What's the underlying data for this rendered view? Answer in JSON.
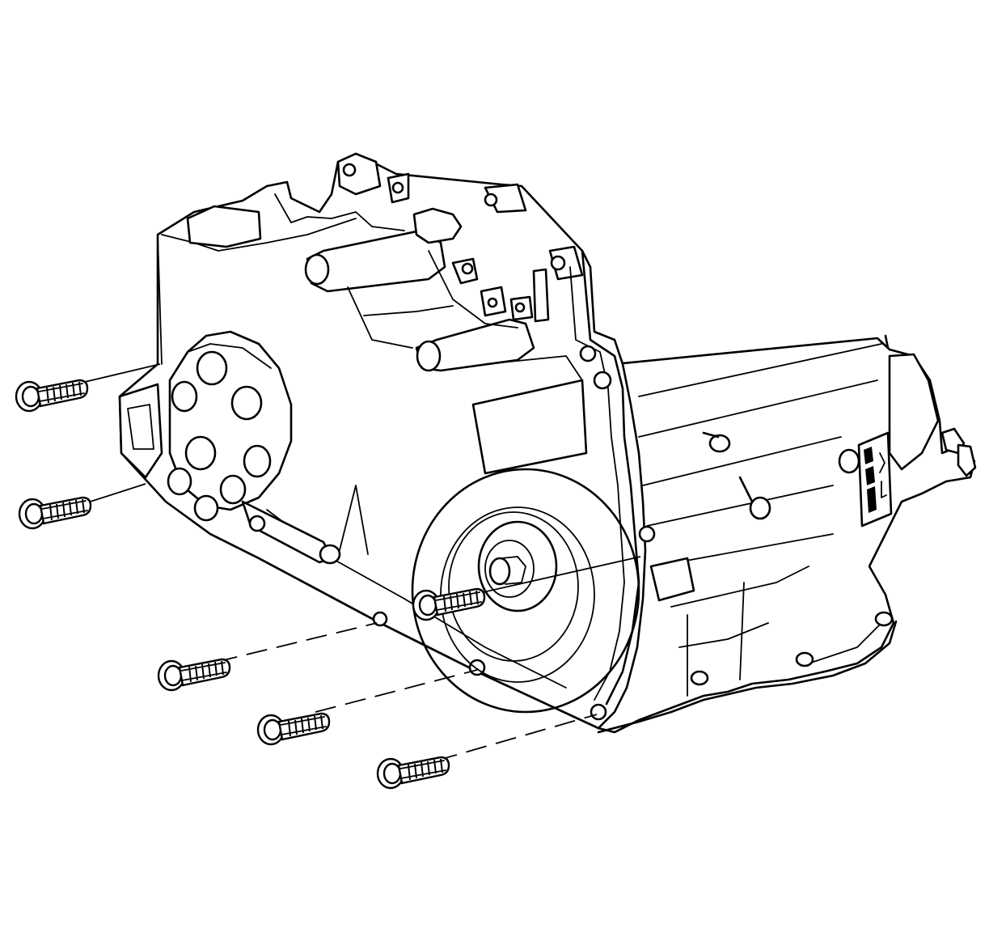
{
  "diagram": {
    "background": "#ffffff",
    "stroke_color": "#000000",
    "components": {
      "housing": "transaxle-housing",
      "bolts": [
        "bolt-1",
        "bolt-2",
        "bolt-3",
        "bolt-4",
        "bolt-5",
        "bolt-6"
      ]
    }
  }
}
